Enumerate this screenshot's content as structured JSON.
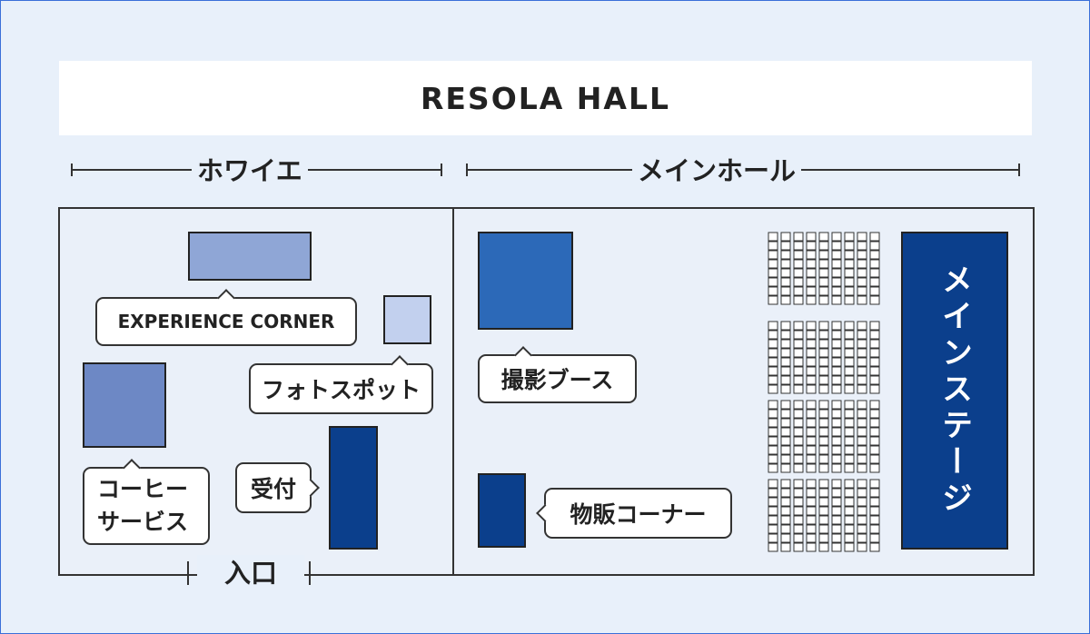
{
  "title": "RESOLA HALL",
  "sections": {
    "foyer": "ホワイエ",
    "main_hall": "メインホール"
  },
  "areas": {
    "experience_corner": "EXPERIENCE CORNER",
    "photo_spot": "フォトスポット",
    "coffee_service_line1": "コーヒー",
    "coffee_service_line2": "サービス",
    "reception": "受付",
    "photo_booth": "撮影ブース",
    "merch_corner": "物販コーナー",
    "main_stage": "メインステージ",
    "entrance": "入口"
  },
  "colors": {
    "experience_corner": "#8fa6d6",
    "photo_spot": "#c2d0ee",
    "coffee_service": "#6d88c5",
    "reception": "#0b3f8c",
    "photo_booth": "#2c69b8",
    "merch_corner": "#0b3f8c",
    "main_stage": "#0b3f8c",
    "background": "#e8f0fa"
  }
}
